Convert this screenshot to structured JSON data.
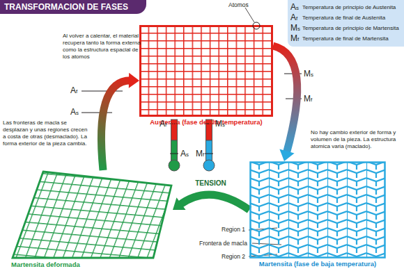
{
  "diagram": {
    "title": "TRANSFORMACION DE FASES",
    "nodes": [
      {
        "text": [
          "Austenita (fase de alta temperatura)"
        ]
      },
      {
        "text": [
          "Martensita (fase de baja temperatura)"
        ]
      },
      {
        "text": [
          "Martensita deformada"
        ]
      }
    ],
    "edges": [
      {
        "from": 0,
        "to": 1,
        "arrow": "to"
      },
      {
        "from": 1,
        "to": 2,
        "label": "TENSION",
        "arrow": "to"
      },
      {
        "from": 2,
        "to": 0,
        "arrow": "to"
      }
    ],
    "labels": [
      "Atomos",
      "As",
      "Af",
      "Ms",
      "Mf",
      "Al volver a calentar, el material recupera tanto la forma externa como la estructura espacial de los atomos",
      "Af",
      "As",
      "Las fronteras de macla se desplazan y unas regiones crecen a costa de otras (desmaclado). La forma exterior de la pieza cambia.",
      "Ms",
      "Mf",
      "No hay cambio exterior de forma y volumen de la pieza. La estructura atomica varia (maclado).",
      "Af",
      "As",
      "Ms",
      "Mf",
      "Region 1",
      "Frontera de macla",
      "Region 2"
    ],
    "legend": [
      {
        "text": "Temperatura de principio de Austenita"
      },
      {
        "text": "Temperatura de final de Austenita"
      },
      {
        "text": "Temperatura de principio de Martensita"
      },
      {
        "text": "Temperatura de final de Martensita"
      }
    ]
  }
}
